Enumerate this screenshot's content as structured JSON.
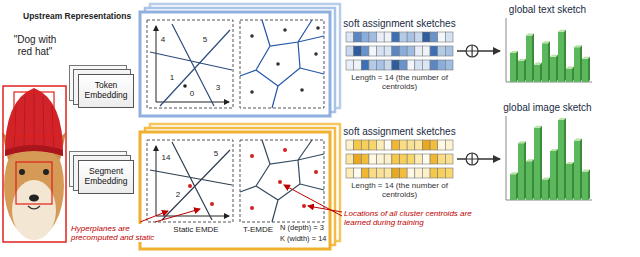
{
  "diagram": {
    "nodes": [
      {
        "text": [
          "Token Embedding"
        ]
      },
      {
        "text": [
          "Segment Embedding"
        ]
      },
      {
        "text": [
          "soft assignment sketches",
          "Length = 14 (the number of centroids)"
        ]
      },
      {
        "text": [
          "soft assignment sketches",
          "Length = 14 (the number of centroids)"
        ]
      },
      {
        "text": [
          "global text sketch"
        ]
      },
      {
        "text": [
          "global image sketch"
        ]
      }
    ],
    "edges": [
      {
        "from": 2,
        "to": 4,
        "arrow": "to"
      },
      {
        "from": 3,
        "to": 5,
        "arrow": "to"
      }
    ],
    "labels": [
      "\"Dog with red hat\"",
      "Upstream Representations",
      "4",
      "5",
      "1",
      "3",
      "0",
      "14",
      "5",
      "2",
      "Hyperplanes are precomputed and static",
      "Locations of all cluster centroids are learned during training",
      "Static EMDE",
      "T-EMDE",
      "N (depth) = 3",
      "K (width) = 14"
    ]
  }
}
